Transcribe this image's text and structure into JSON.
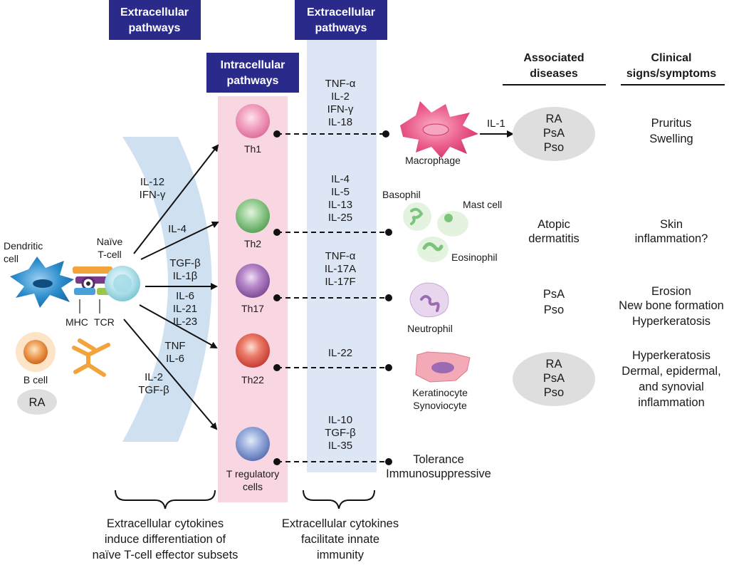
{
  "headers": {
    "extracellular_left": [
      "Extracellular",
      "pathways"
    ],
    "extracellular_mid": [
      "Extracellular",
      "pathways"
    ],
    "intracellular": [
      "Intracellular",
      "pathways"
    ],
    "associated_diseases": [
      "Associated",
      "diseases"
    ],
    "clinical_signs": [
      "Clinical",
      "signs/symptoms"
    ]
  },
  "left_cells": {
    "dendritic": [
      "Dendritic",
      "cell"
    ],
    "naive": [
      "Naïve",
      "T-cell"
    ],
    "mhc": "MHC",
    "tcr": "TCR",
    "bcell": "B cell",
    "ra": "RA"
  },
  "arrow_cytokines": [
    [
      "IL-12",
      "IFN-γ"
    ],
    [
      "IL-4"
    ],
    [
      "TGF-β",
      "IL-1β"
    ],
    [
      "IL-6",
      "IL-21",
      "IL-23"
    ],
    [
      "TNF",
      "IL-6"
    ],
    [
      "IL-2",
      "TGF-β"
    ]
  ],
  "subsets": [
    "Th1",
    "Th2",
    "Th17",
    "Th22",
    [
      "T regulatory",
      "cells"
    ]
  ],
  "secreted": [
    [
      "TNF-α",
      "IL-2",
      "IFN-γ",
      "IL-18"
    ],
    [
      "IL-4",
      "IL-5",
      "IL-13",
      "IL-25"
    ],
    [
      "TNF-α",
      "IL-17A",
      "IL-17F"
    ],
    [
      "IL-22"
    ],
    [
      "IL-10",
      "TGF-β",
      "IL-35"
    ]
  ],
  "effectors": {
    "macrophage": "Macrophage",
    "il1": "IL-1",
    "basophil": "Basophil",
    "mast": "Mast cell",
    "eosinophil": "Eosinophil",
    "neutrophil": "Neutrophil",
    "kerat": [
      "Keratinocyte",
      "Synoviocyte"
    ],
    "tolerance": [
      "Tolerance",
      "Immunosuppressive"
    ]
  },
  "diseases": [
    [
      "RA",
      "PsA",
      "Pso"
    ],
    [
      "Atopic",
      "dermatitis"
    ],
    [
      "PsA",
      "Pso"
    ],
    [
      "RA",
      "PsA",
      "Pso"
    ]
  ],
  "symptoms": [
    [
      "Pruritus",
      "Swelling"
    ],
    [
      "Skin",
      "inflammation?"
    ],
    [
      "Erosion",
      "New bone formation",
      "Hyperkeratosis"
    ],
    [
      "Hyperkeratosis",
      "Dermal, epidermal,",
      "and synovial",
      "inflammation"
    ]
  ],
  "footnotes": {
    "left": [
      "Extracellular cytokines",
      "induce differentiation of",
      "naïve T-cell effector subsets"
    ],
    "mid": [
      "Extracellular cytokines",
      "facilitate innate",
      "immunity"
    ]
  },
  "colors": {
    "header_box": "#2a2a8a",
    "pink_band": "#f8d6e2",
    "blue_band": "#dde6f4",
    "arc": "#cfe0f1",
    "th1": "#ef8fb4",
    "th2": "#7ec07e",
    "th17": "#9f6cb6",
    "th22": "#e2594f",
    "treg": "#7a94d0",
    "macrophage": "#e84b7f",
    "dendritic": "#2b8ccc"
  }
}
